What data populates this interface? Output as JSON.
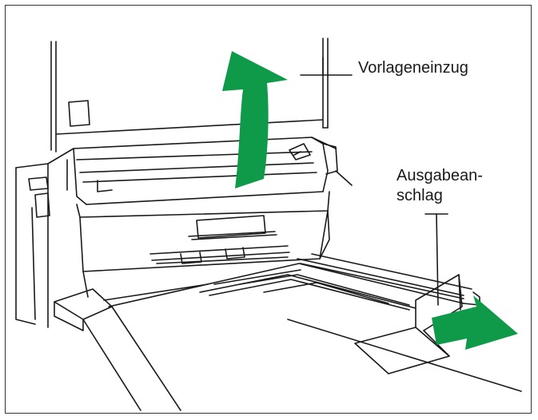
{
  "labels": {
    "document_feeder": "Vorlageneinzug",
    "output_stop_line1": "Ausgabean-",
    "output_stop_line2": "schlag"
  },
  "colors": {
    "arrow_green": "#0f9a4a",
    "line": "#1a1a1a",
    "background": "#ffffff"
  }
}
